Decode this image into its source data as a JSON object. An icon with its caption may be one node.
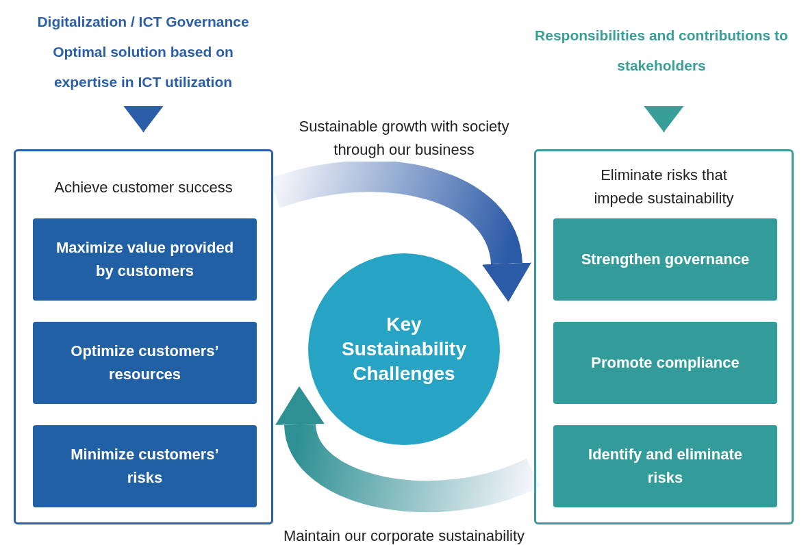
{
  "diagram": {
    "nodes": [
      {
        "text": [
          "Digitalization / ICT Governance",
          "Optimal solution based on expertise in ICT utilization"
        ]
      },
      {
        "text": [
          "Responsibilities and contributions to stakeholders"
        ]
      },
      {
        "text": [
          "Achieve customer success"
        ]
      },
      {
        "text": [
          "Maximize value provided by customers"
        ],
        "in": 2
      },
      {
        "text": [
          "Optimize customers’ resources"
        ],
        "in": 2
      },
      {
        "text": [
          "Minimize customers’ risks"
        ],
        "in": 2
      },
      {
        "text": [
          "Key Sustainability Challenges"
        ]
      },
      {
        "text": [
          "Eliminate risks that impede sustainability"
        ]
      },
      {
        "text": [
          "Strengthen governance"
        ],
        "in": 7
      },
      {
        "text": [
          "Promote compliance"
        ],
        "in": 7
      },
      {
        "text": [
          "Identify and eliminate risks"
        ],
        "in": 7
      }
    ],
    "edges": [
      {
        "from": 0,
        "to": 2,
        "arrow": "to",
        "color": "#2a5ea8"
      },
      {
        "from": 1,
        "to": 7,
        "arrow": "to",
        "color": "#3a9e98"
      },
      {
        "from": 2,
        "to": 7,
        "arrow": "to",
        "label": "Sustainable growth with society through our business",
        "style": "thick",
        "color": "#2b5aa6"
      },
      {
        "from": 7,
        "to": 2,
        "arrow": "to",
        "label": "Maintain our corporate sustainability",
        "style": "thick",
        "color": "#2e9093"
      }
    ]
  }
}
